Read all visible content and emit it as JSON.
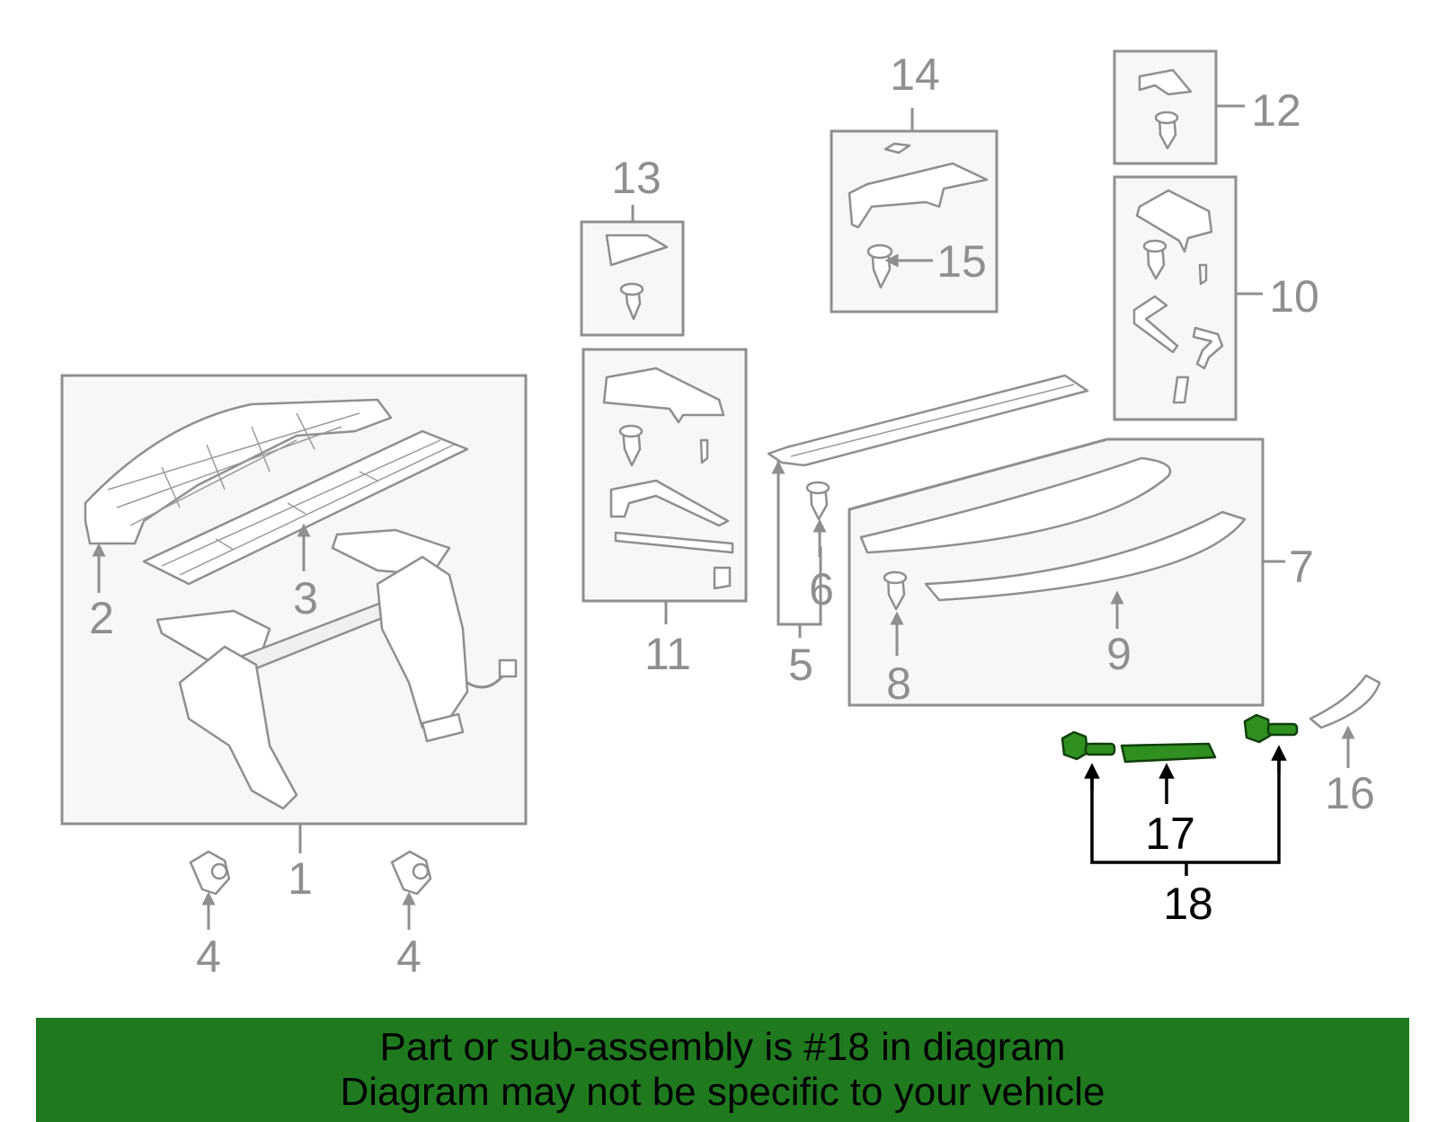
{
  "diagram": {
    "callouts": {
      "c1": "1",
      "c2": "2",
      "c3": "3",
      "c4a": "4",
      "c4b": "4",
      "c5": "5",
      "c6": "6",
      "c7": "7",
      "c8": "8",
      "c9": "9",
      "c10": "10",
      "c11": "11",
      "c12": "12",
      "c13": "13",
      "c14": "14",
      "c15": "15",
      "c16": "16",
      "c17": "17",
      "c18": "18"
    },
    "highlight_color": "#2f8f1f",
    "line_color": "#8f8f8f"
  },
  "banner": {
    "line1": "Part or sub-assembly is #18 in diagram",
    "line2": "Diagram may not be specific to your vehicle",
    "background": "#1f7a1f"
  }
}
